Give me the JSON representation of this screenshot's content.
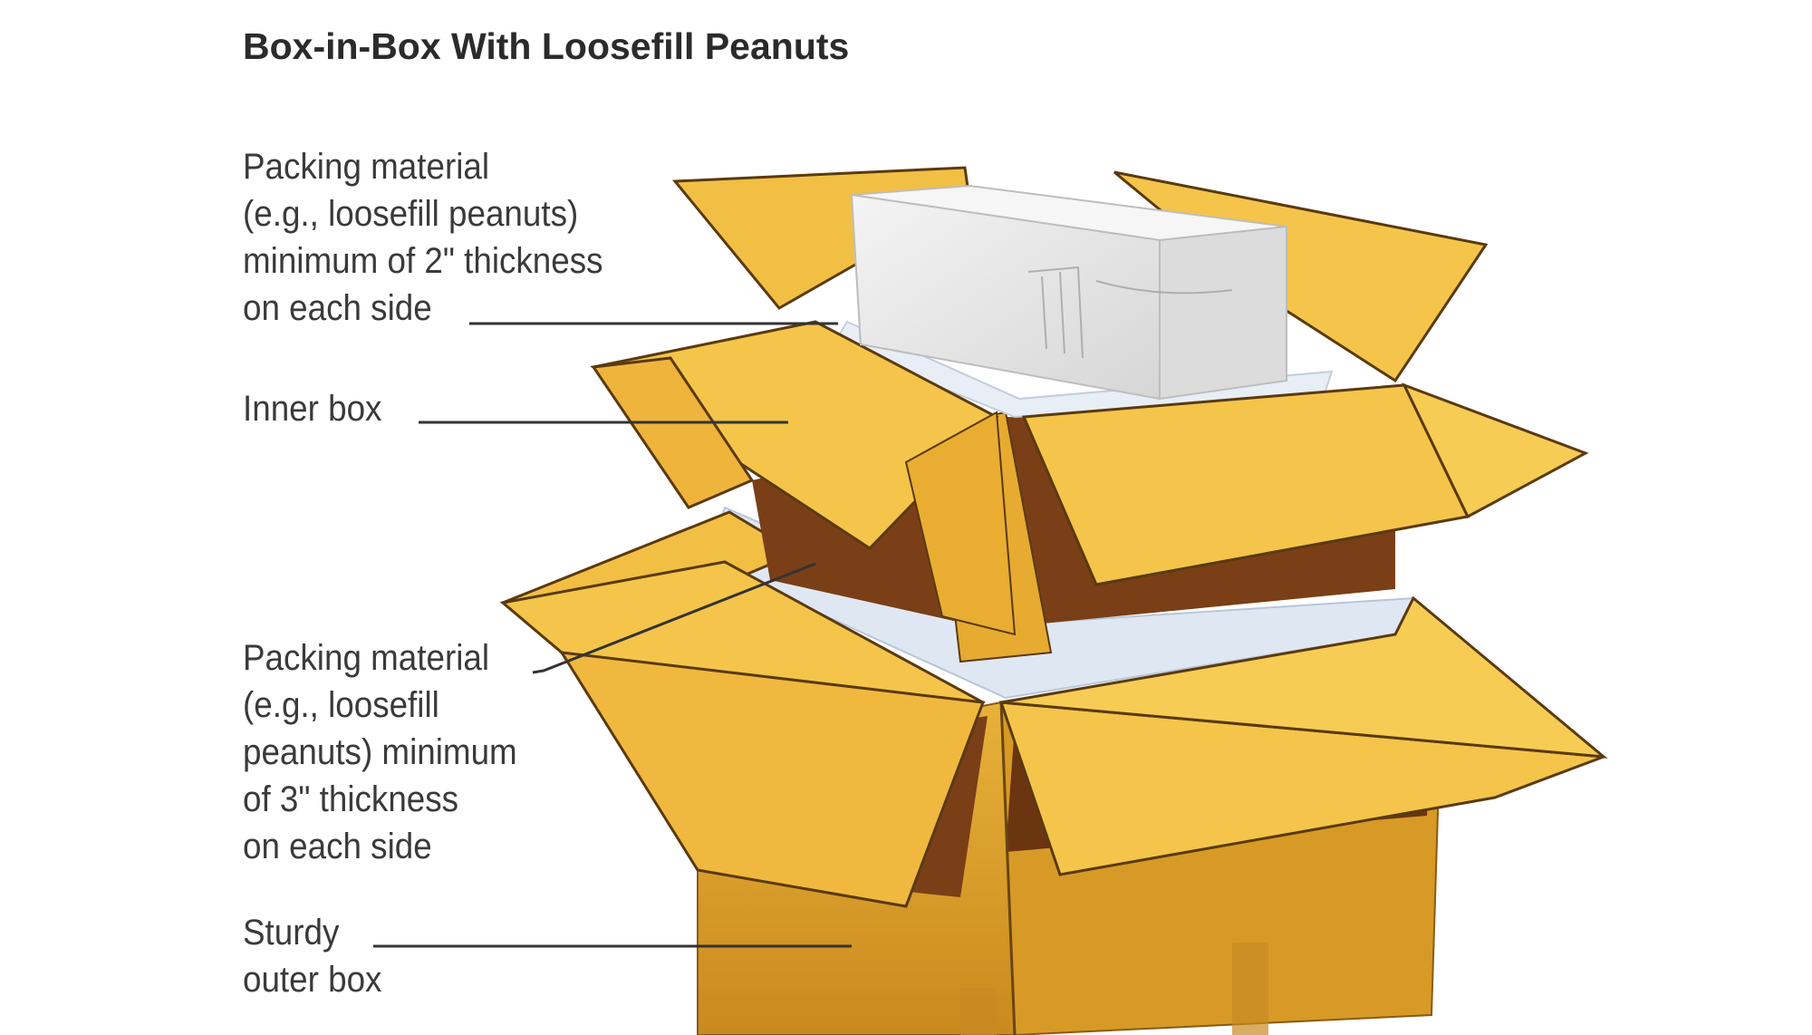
{
  "title": "Box-in-Box With Loosefill Peanuts",
  "labels": {
    "packing_inner": "Packing material\n(e.g., loosefill peanuts)\nminimum of 2\" thickness\non each side",
    "inner_box": "Inner box",
    "packing_outer": "Packing material\n(e.g., loosefill\npeanuts) minimum\nof 3\" thickness\non each side",
    "outer_box": "Sturdy\nouter box"
  },
  "colors": {
    "cardboard_light": "#f4c54a",
    "cardboard_mid": "#e4aa2c",
    "cardboard_dark": "#7a3f16",
    "cardboard_edge": "#5a3a10",
    "peanuts": "#dfe7f2",
    "item": "#e9e9e9",
    "leader_line": "#333333"
  }
}
